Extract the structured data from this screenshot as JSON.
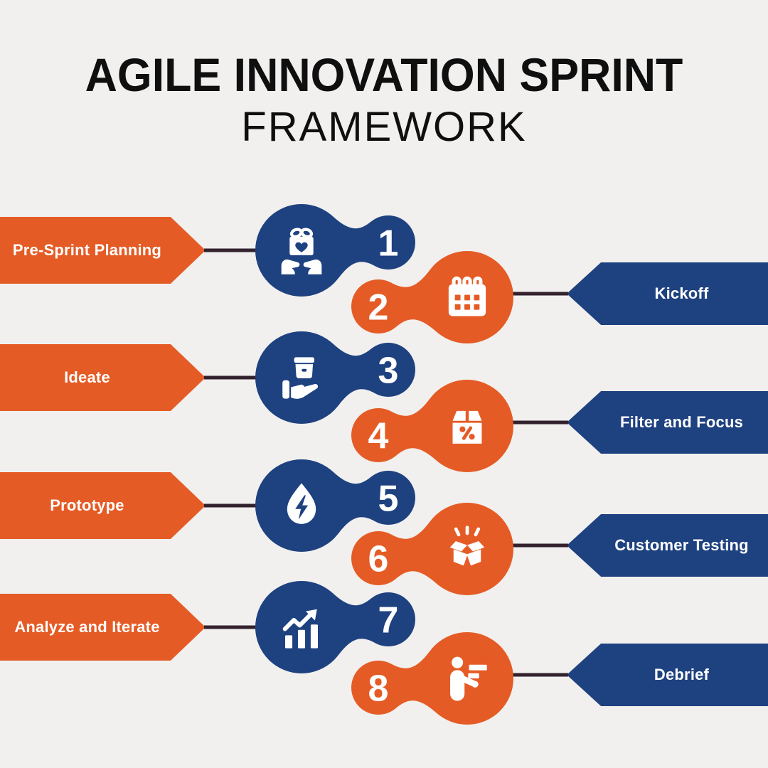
{
  "title": {
    "line1": "AGILE INNOVATION SPRINT",
    "line2": "FRAMEWORK"
  },
  "colors": {
    "background": "#F1F0EE",
    "orange": "#E55B25",
    "blue": "#1E4180",
    "connector": "#33222E",
    "title_text": "#0F0F0F",
    "label_text": "#FFFFFF"
  },
  "steps": [
    {
      "number": "1",
      "label": "Pre-Sprint Planning",
      "side": "left",
      "icon": "gift-in-hands-icon"
    },
    {
      "number": "2",
      "label": "Kickoff",
      "side": "right",
      "icon": "calendar-icon"
    },
    {
      "number": "3",
      "label": "Ideate",
      "side": "left",
      "icon": "hand-holding-box-icon"
    },
    {
      "number": "4",
      "label": "Filter and Focus",
      "side": "right",
      "icon": "discount-box-icon"
    },
    {
      "number": "5",
      "label": "Prototype",
      "side": "left",
      "icon": "droplet-bolt-icon"
    },
    {
      "number": "6",
      "label": "Customer Testing",
      "side": "right",
      "icon": "open-box-icon"
    },
    {
      "number": "7",
      "label": "Analyze and Iterate",
      "side": "left",
      "icon": "growth-chart-icon"
    },
    {
      "number": "8",
      "label": "Debrief",
      "side": "right",
      "icon": "presenter-icon"
    }
  ]
}
